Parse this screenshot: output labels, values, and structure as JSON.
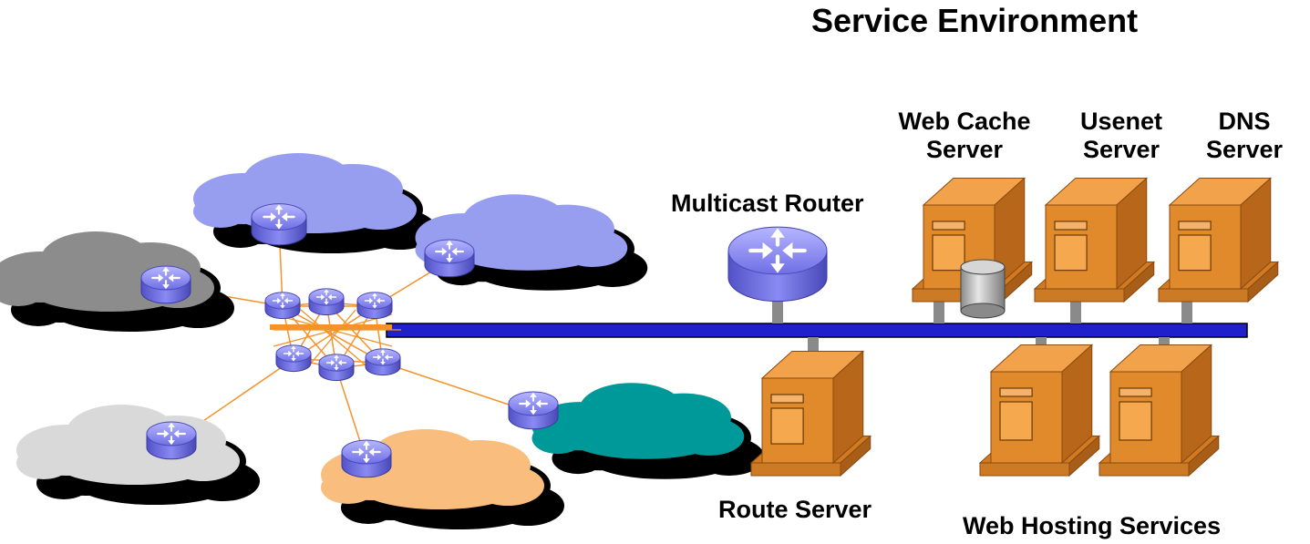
{
  "title": "Service Environment",
  "labels": {
    "multicast_router": "Multicast Router",
    "web_cache_server": [
      "Web Cache",
      "Server"
    ],
    "usenet_server": [
      "Usenet",
      "Server"
    ],
    "dns_server": [
      "DNS",
      "Server"
    ],
    "route_server": "Route Server",
    "web_hosting_services": "Web Hosting Services"
  },
  "colors": {
    "lan_bar": "#1f1fcc",
    "link": "#f5922a",
    "router": "#7a7aee",
    "server": "#e08a2c",
    "cloud_periwinkle": "#979ef0",
    "cloud_gray": "#8c8c8c",
    "cloud_lightgray": "#d9d9d9",
    "cloud_peach": "#f9bd7d",
    "cloud_teal": "#009999"
  },
  "icons": [
    "router-icon",
    "server-icon",
    "cloud-icon",
    "disk-storage-icon"
  ]
}
